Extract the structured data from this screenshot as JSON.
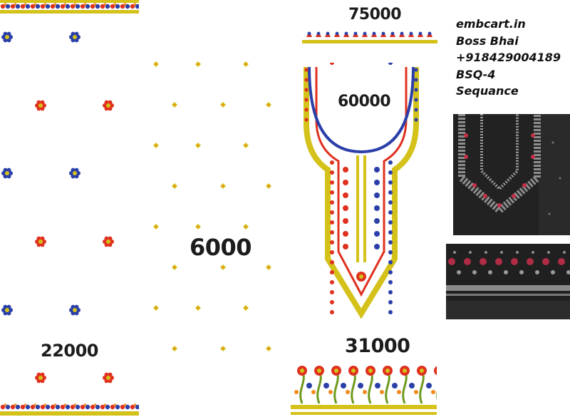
{
  "stitch_counts": {
    "all_over_butta": "22000",
    "small_butta": "6000",
    "neck": "60000",
    "top_lace": "75000",
    "bottom_border": "31000"
  },
  "info": {
    "website": "embcart.in",
    "seller": "Boss Bhai",
    "phone": "+918429004189",
    "code": "BSQ-4",
    "type": "Sequance"
  },
  "colors": {
    "gold": "#d4c21a",
    "red": "#e0301e",
    "blue": "#2a3fa8",
    "orange": "#f08a1c",
    "fabric": "#1e1e1e"
  }
}
